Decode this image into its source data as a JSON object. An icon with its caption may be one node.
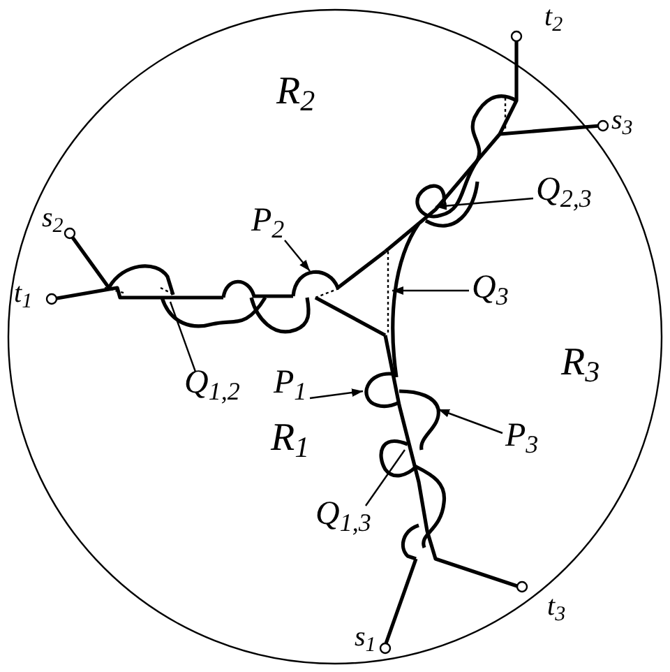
{
  "diagram": {
    "nodes": [
      {
        "text": [
          "P$_{2}$"
        ]
      },
      {
        "text": [
          "Q$_{2,3}$"
        ]
      },
      {
        "text": [
          "Q$_{3}$"
        ]
      },
      {
        "text": [
          "Q$_{1,2}$"
        ]
      },
      {
        "text": [
          "P$_{1}$"
        ]
      },
      {
        "text": [
          "P$_{3}$"
        ]
      },
      {
        "text": [
          "Q$_{1,3}$"
        ]
      }
    ],
    "edges": [
      {
        "from": 0,
        "to": null,
        "arrow": "to"
      },
      {
        "from": 1,
        "to": null,
        "arrow": "to"
      },
      {
        "from": 2,
        "to": null,
        "arrow": "to"
      },
      {
        "from": 3,
        "to": null,
        "arrow": "none"
      },
      {
        "from": 4,
        "to": null,
        "arrow": "to"
      },
      {
        "from": 5,
        "to": null,
        "arrow": "to"
      },
      {
        "from": 6,
        "to": null,
        "arrow": "none"
      }
    ],
    "labels": [
      "t$_{2}$",
      "R$_{2}$",
      "s$_{3}$",
      "s$_{2}$",
      "t$_{1}$",
      "R$_{3}$",
      "R$_{1}$",
      "t$_{3}$",
      "s$_{1}$"
    ]
  }
}
